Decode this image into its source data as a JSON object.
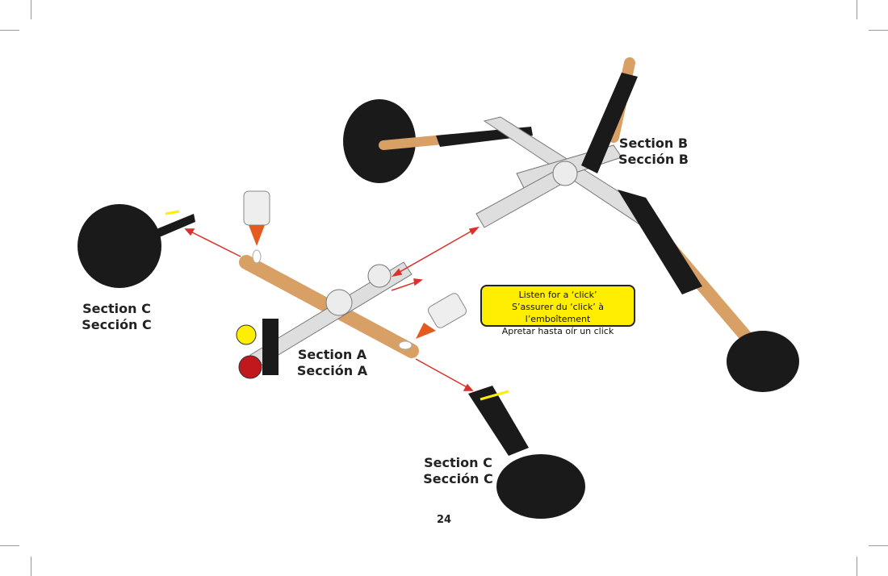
{
  "labels": {
    "section_b": {
      "en": "Section B",
      "es": "Sección B"
    },
    "section_c_left": {
      "en": "Section C",
      "es": "Sección C"
    },
    "section_a": {
      "en": "Section A",
      "es": "Sección A"
    },
    "section_c_bottom": {
      "en": "Section C",
      "es": "Sección C"
    }
  },
  "callout": {
    "line1": "Listen for a ‘click’",
    "line2": "S’assurer du ‘click’ à l’emboîtement",
    "line3": "Apretar hasta oír un click",
    "color": "#ffee00"
  },
  "page_number": "24",
  "colors": {
    "arrow": "#d8322a",
    "wood": "#d9a066",
    "wheel": "#1a1a1a",
    "frame": "#d8d8d8"
  }
}
